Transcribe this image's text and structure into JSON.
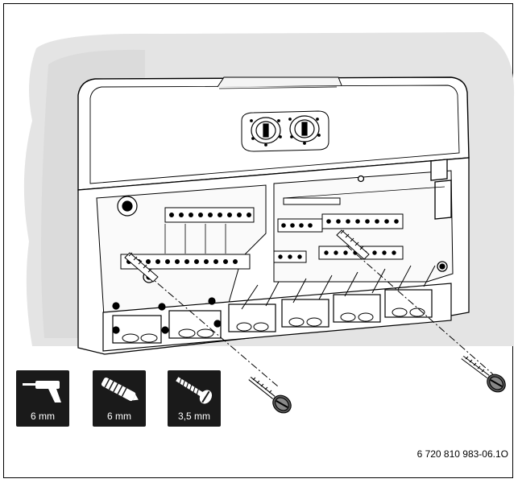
{
  "figure": {
    "code": "6 720 810 983-06.1O"
  },
  "tools": [
    {
      "icon": "drill-icon",
      "label": "6 mm"
    },
    {
      "icon": "wall-plug-icon",
      "label": "6 mm"
    },
    {
      "icon": "screw-icon",
      "label": "3,5 mm"
    }
  ]
}
